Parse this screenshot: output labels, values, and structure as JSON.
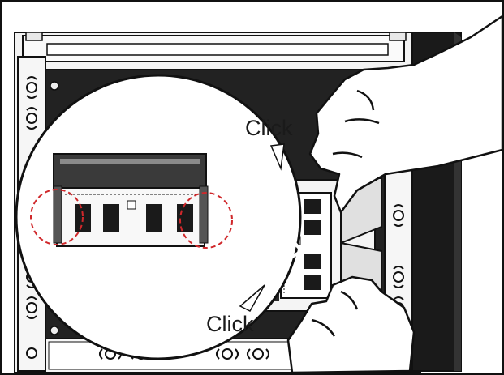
{
  "callouts": {
    "top_click": "Click",
    "bottom_click": "Click"
  },
  "colors": {
    "frame_dark": "#1e1e1e",
    "frame_light": "#f4f4f4",
    "guide_circle": "#d0282b",
    "outline": "#111111"
  },
  "icons": {
    "top_arrow": "wedge-arrow",
    "bottom_arrow": "wedge-arrow",
    "hands": "hand-illustration"
  }
}
